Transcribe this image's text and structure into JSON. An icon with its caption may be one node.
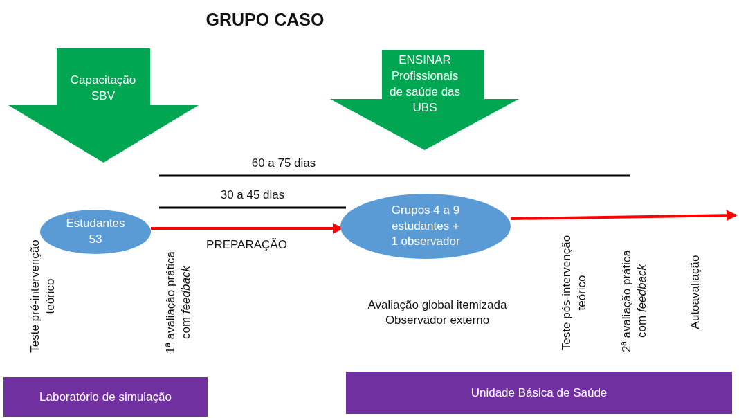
{
  "diagram": {
    "title": "GRUPO CASO",
    "nodes": [
      {
        "text": [
          "Capacitação SBV"
        ]
      },
      {
        "text": [
          "ENSINAR Profissionais de saúde das UBS"
        ]
      },
      {
        "text": [
          "Estudantes 53"
        ]
      },
      {
        "text": [
          "Grupos 4 a 9 estudantes + 1 observador"
        ]
      },
      {
        "text": [
          "Laboratório de simulação"
        ]
      },
      {
        "text": [
          "Unidade Básica de Saúde"
        ]
      }
    ],
    "edges": [
      {
        "from": 2,
        "to": 3,
        "arrow": "to",
        "label": "PREPARAÇÃO",
        "color": "#ff0000"
      },
      {
        "from": 3,
        "to": null,
        "arrow": "to",
        "color": "#ff0000"
      }
    ],
    "labels": [
      "60 a 75 dias",
      "30 a 45 dias",
      "Teste pré-intervenção teórico",
      "1ª avaliação prática com *feedback*",
      "Avaliação global itemizada Observador externo",
      "Teste pós-intervenção teórico",
      "2ª avaliação prática com *feedback*",
      "Autoavaliação"
    ]
  }
}
